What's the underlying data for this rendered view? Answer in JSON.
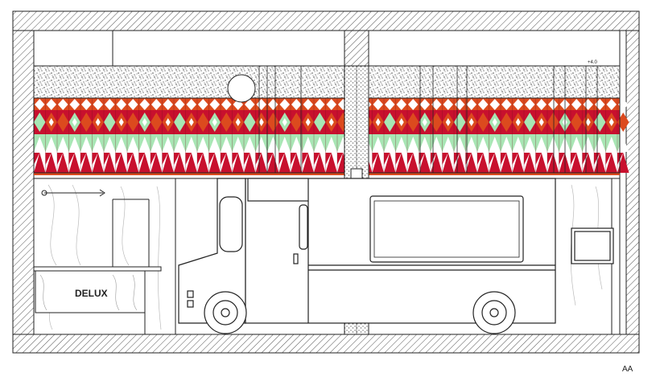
{
  "drawing": {
    "section_label": "AA",
    "elevation_mark": "+4.0",
    "sign_text": "DELUX"
  },
  "colors": {
    "background": "#ffffff",
    "line": "#222222",
    "hatch": "#444444",
    "tile_red": "#c8102e",
    "tile_orange": "#dc4a1e",
    "tile_green": "#a8e6b4",
    "tile_white": "#ffffff",
    "stipple": "#2a2a2a",
    "wood_grain": "#bdbdbd"
  },
  "elements": [
    "wall-left",
    "wall-right",
    "floor-slab",
    "roof-slab",
    "ceiling-stipple-band",
    "decorative-tile-band",
    "food-truck",
    "counter",
    "delux-sign",
    "central-column",
    "pendant-lamp",
    "wall-mirror-frame"
  ]
}
